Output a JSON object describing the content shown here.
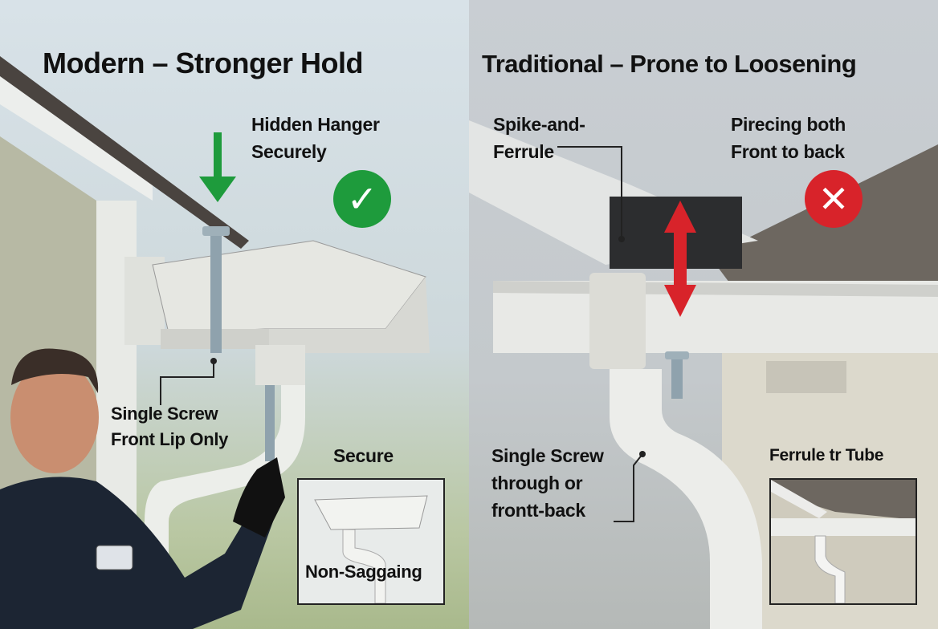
{
  "left_panel": {
    "title": "Modern – Stronger Hold",
    "callout_hidden_hanger": [
      "Hidden Hanger",
      "Securely"
    ],
    "callout_screw": [
      "Single Screw",
      "Front Lip Only"
    ],
    "inset_heading": "Secure",
    "inset_caption": "Non-Saggaing",
    "status_icon": "check-icon",
    "status_color": "#1e9b3c"
  },
  "right_panel": {
    "title": "Traditional – Prone to Loosening",
    "callout_spike": [
      "Spike-and-",
      "Ferrule"
    ],
    "callout_piercing": [
      "Pirecing both",
      "Front to back"
    ],
    "callout_screw": [
      "Single Screw",
      "through or",
      "frontt-back"
    ],
    "inset_heading": "Ferrule tr Tube",
    "status_icon": "x-icon",
    "status_color": "#d8232a"
  }
}
